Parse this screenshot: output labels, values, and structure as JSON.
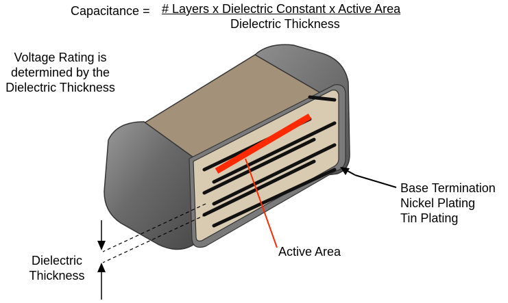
{
  "formula": {
    "lhs": "Capacitance =",
    "numerator": "# Layers x Dielectric Constant x Active Area",
    "denominator": "Dielectric Thickness"
  },
  "voltage_note": [
    "Voltage Rating is",
    "determined by the",
    "Dielectric Thickness"
  ],
  "termination_labels": [
    "Base Termination",
    "Nickel Plating",
    "Tin Plating"
  ],
  "active_area_label": "Active Area",
  "dielectric_label": [
    "Dielectric",
    "Thickness"
  ],
  "colors": {
    "body_top": "#a3917a",
    "cross_section": "#d9cbb2",
    "termination": "#6f6f6f",
    "electrode": "#111111",
    "active_area": "#ff2a00"
  }
}
